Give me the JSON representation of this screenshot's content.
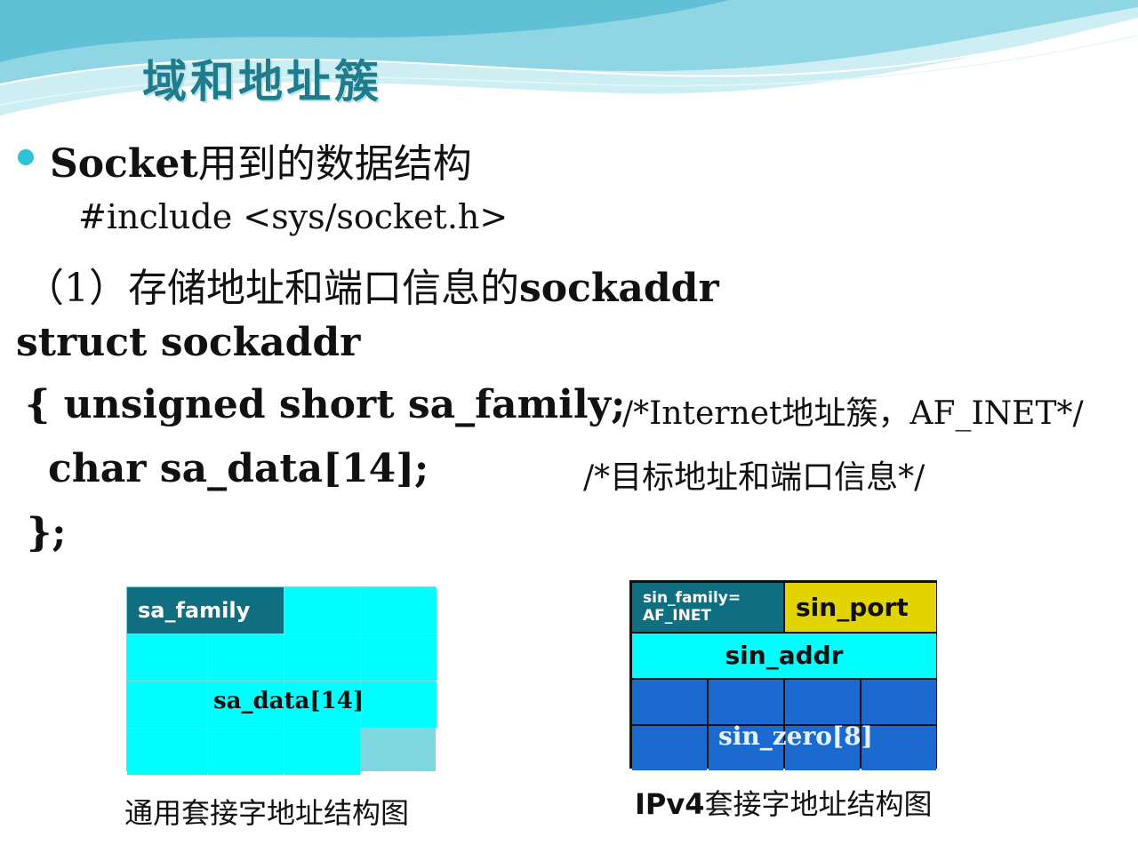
{
  "slide": {
    "title": "域和地址簇",
    "bullet": {
      "latin": "Socket",
      "cjk": "用到的数据结构"
    },
    "include": "#include <sys/socket.h>",
    "heading": {
      "cjk": "（1）存储地址和端口信息的",
      "latin": "sockaddr"
    },
    "code": {
      "struct_line": "struct sockaddr",
      "open_line": "{ unsigned short sa_family;",
      "open_comment": "/*Internet地址簇，AF_INET*/",
      "char_line": "char sa_data[14];",
      "char_comment": "/*目标地址和端口信息*/",
      "close_line": "};"
    }
  },
  "generic_table": {
    "family_label": "sa_family",
    "data_label": "sa_data[14]",
    "caption": "通用套接字地址结构图"
  },
  "ipv4_table": {
    "family_label_1": "sin_family=",
    "family_label_2": "AF_INET",
    "port_label": "sin_port",
    "addr_label": "sin_addr",
    "zero_label": "sin_zero[8]",
    "caption_latin": "IPv4",
    "caption_cjk": "套接字地址结构图"
  },
  "colors": {
    "title": "#1f7c8c",
    "bullet": "#2ec4d6",
    "cyan_cell": "#00ffff",
    "dark_teal": "#0f6e80",
    "yellow": "#e1d400",
    "blue": "#1a6ad0"
  }
}
